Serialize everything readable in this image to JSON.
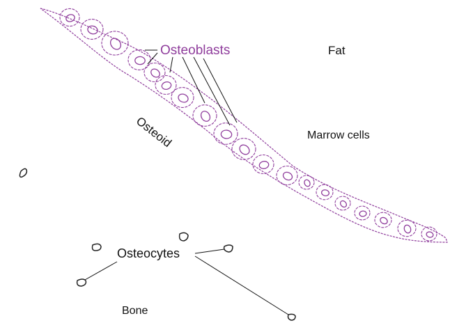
{
  "labels": {
    "osteoblasts": "Osteoblasts",
    "fat": "Fat",
    "marrow_cells": "Marrow cells",
    "osteoid": "Osteoid",
    "osteocytes": "Osteocytes",
    "bone": "Bone"
  },
  "colors": {
    "osteoblast_stroke": "#8f3d9c",
    "osteocyte_stroke": "#222222",
    "text_dark": "#111111",
    "background": "#ffffff"
  }
}
